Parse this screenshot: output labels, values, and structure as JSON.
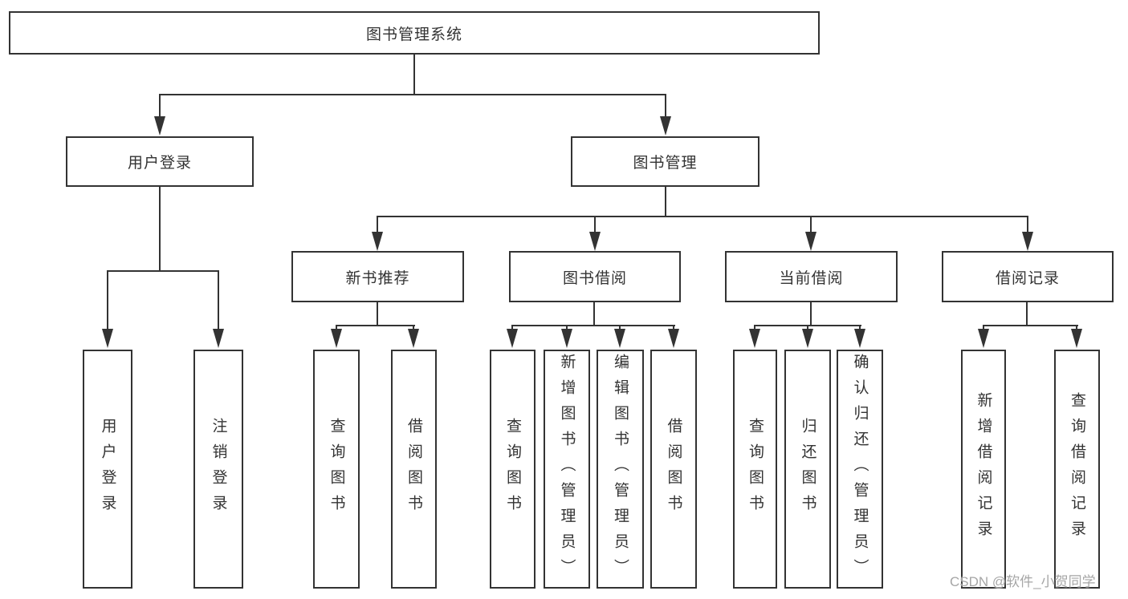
{
  "tree": {
    "root": {
      "label": "图书管理系统"
    },
    "level2": [
      {
        "label": "用户登录"
      },
      {
        "label": "图书管理"
      }
    ],
    "level3": [
      {
        "label": "新书推荐"
      },
      {
        "label": "图书借阅"
      },
      {
        "label": "当前借阅"
      },
      {
        "label": "借阅记录"
      }
    ],
    "leaves": {
      "user_login": [
        {
          "label": "用户登录"
        },
        {
          "label": "注销登录"
        }
      ],
      "new_book": [
        {
          "label": "查询图书"
        },
        {
          "label": "借阅图书"
        }
      ],
      "book_borrow": [
        {
          "label": "查询图书"
        },
        {
          "label": "新增图书（管理员）"
        },
        {
          "label": "编辑图书（管理员）"
        },
        {
          "label": "借阅图书"
        }
      ],
      "current_borrow": [
        {
          "label": "查询图书"
        },
        {
          "label": "归还图书"
        },
        {
          "label": "确认归还（管理员）"
        }
      ],
      "records": [
        {
          "label": "新增借阅记录"
        },
        {
          "label": "查询借阅记录"
        }
      ]
    }
  },
  "watermark": {
    "text": "CSDN @软件_小贺同学"
  },
  "colors": {
    "line": "#333333",
    "box_border": "#333333",
    "text": "#333333",
    "background": "#ffffff",
    "watermark": "#a6a6a6"
  }
}
